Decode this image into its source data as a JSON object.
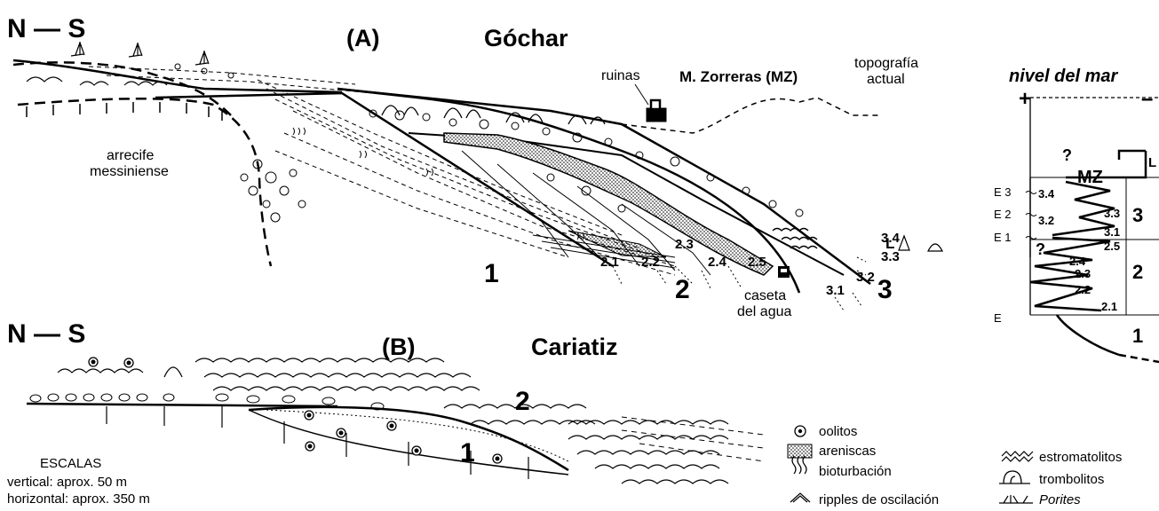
{
  "section_a": {
    "orientation": "N — S",
    "panel": "(A)",
    "title": "Góchar",
    "ruinas": "ruinas",
    "mz": "M. Zorreras (MZ)",
    "topografia_1": "topografía",
    "topografia_2": "actual",
    "arrecife_1": "arrecife",
    "arrecife_2": "messiniense",
    "caseta_1": "caseta",
    "caseta_2": "del agua",
    "unit_1": "1",
    "unit_2": "2",
    "unit_3": "3",
    "sub": [
      "2.1",
      "2.2",
      "2.3",
      "2.4",
      "2.5",
      "3.1",
      "3.2",
      "3.3",
      "3.4"
    ],
    "l_label": "L"
  },
  "sea_level": {
    "title": "nivel del mar",
    "plus": "+",
    "minus": "–",
    "question_top": "?",
    "question_mid": "?",
    "mz": "MZ",
    "l_label": "L",
    "e3": "E 3",
    "e2": "E 2",
    "e1": "E 1",
    "e": "E",
    "u3": "3",
    "u2": "2",
    "u1": "1",
    "sub": [
      "3.4",
      "3.3",
      "3.2",
      "3.1",
      "2.5",
      "2.4",
      "2.3",
      "2.2",
      "2.1"
    ]
  },
  "section_b": {
    "orientation": "N — S",
    "panel": "(B)",
    "title": "Cariatiz",
    "unit_1": "1",
    "unit_2": "2"
  },
  "scales": {
    "title": "ESCALAS",
    "vertical": "vertical: aprox. 50 m",
    "horizontal": "horizontal: aprox. 350 m"
  },
  "legend": {
    "oolitos": "oolitos",
    "areniscas": "areniscas",
    "bioturbacion": "bioturbación",
    "ripples": "ripples de oscilación",
    "estromatolitos": "estromatolitos",
    "trombolitos": "trombolitos",
    "porites": "Porites"
  }
}
